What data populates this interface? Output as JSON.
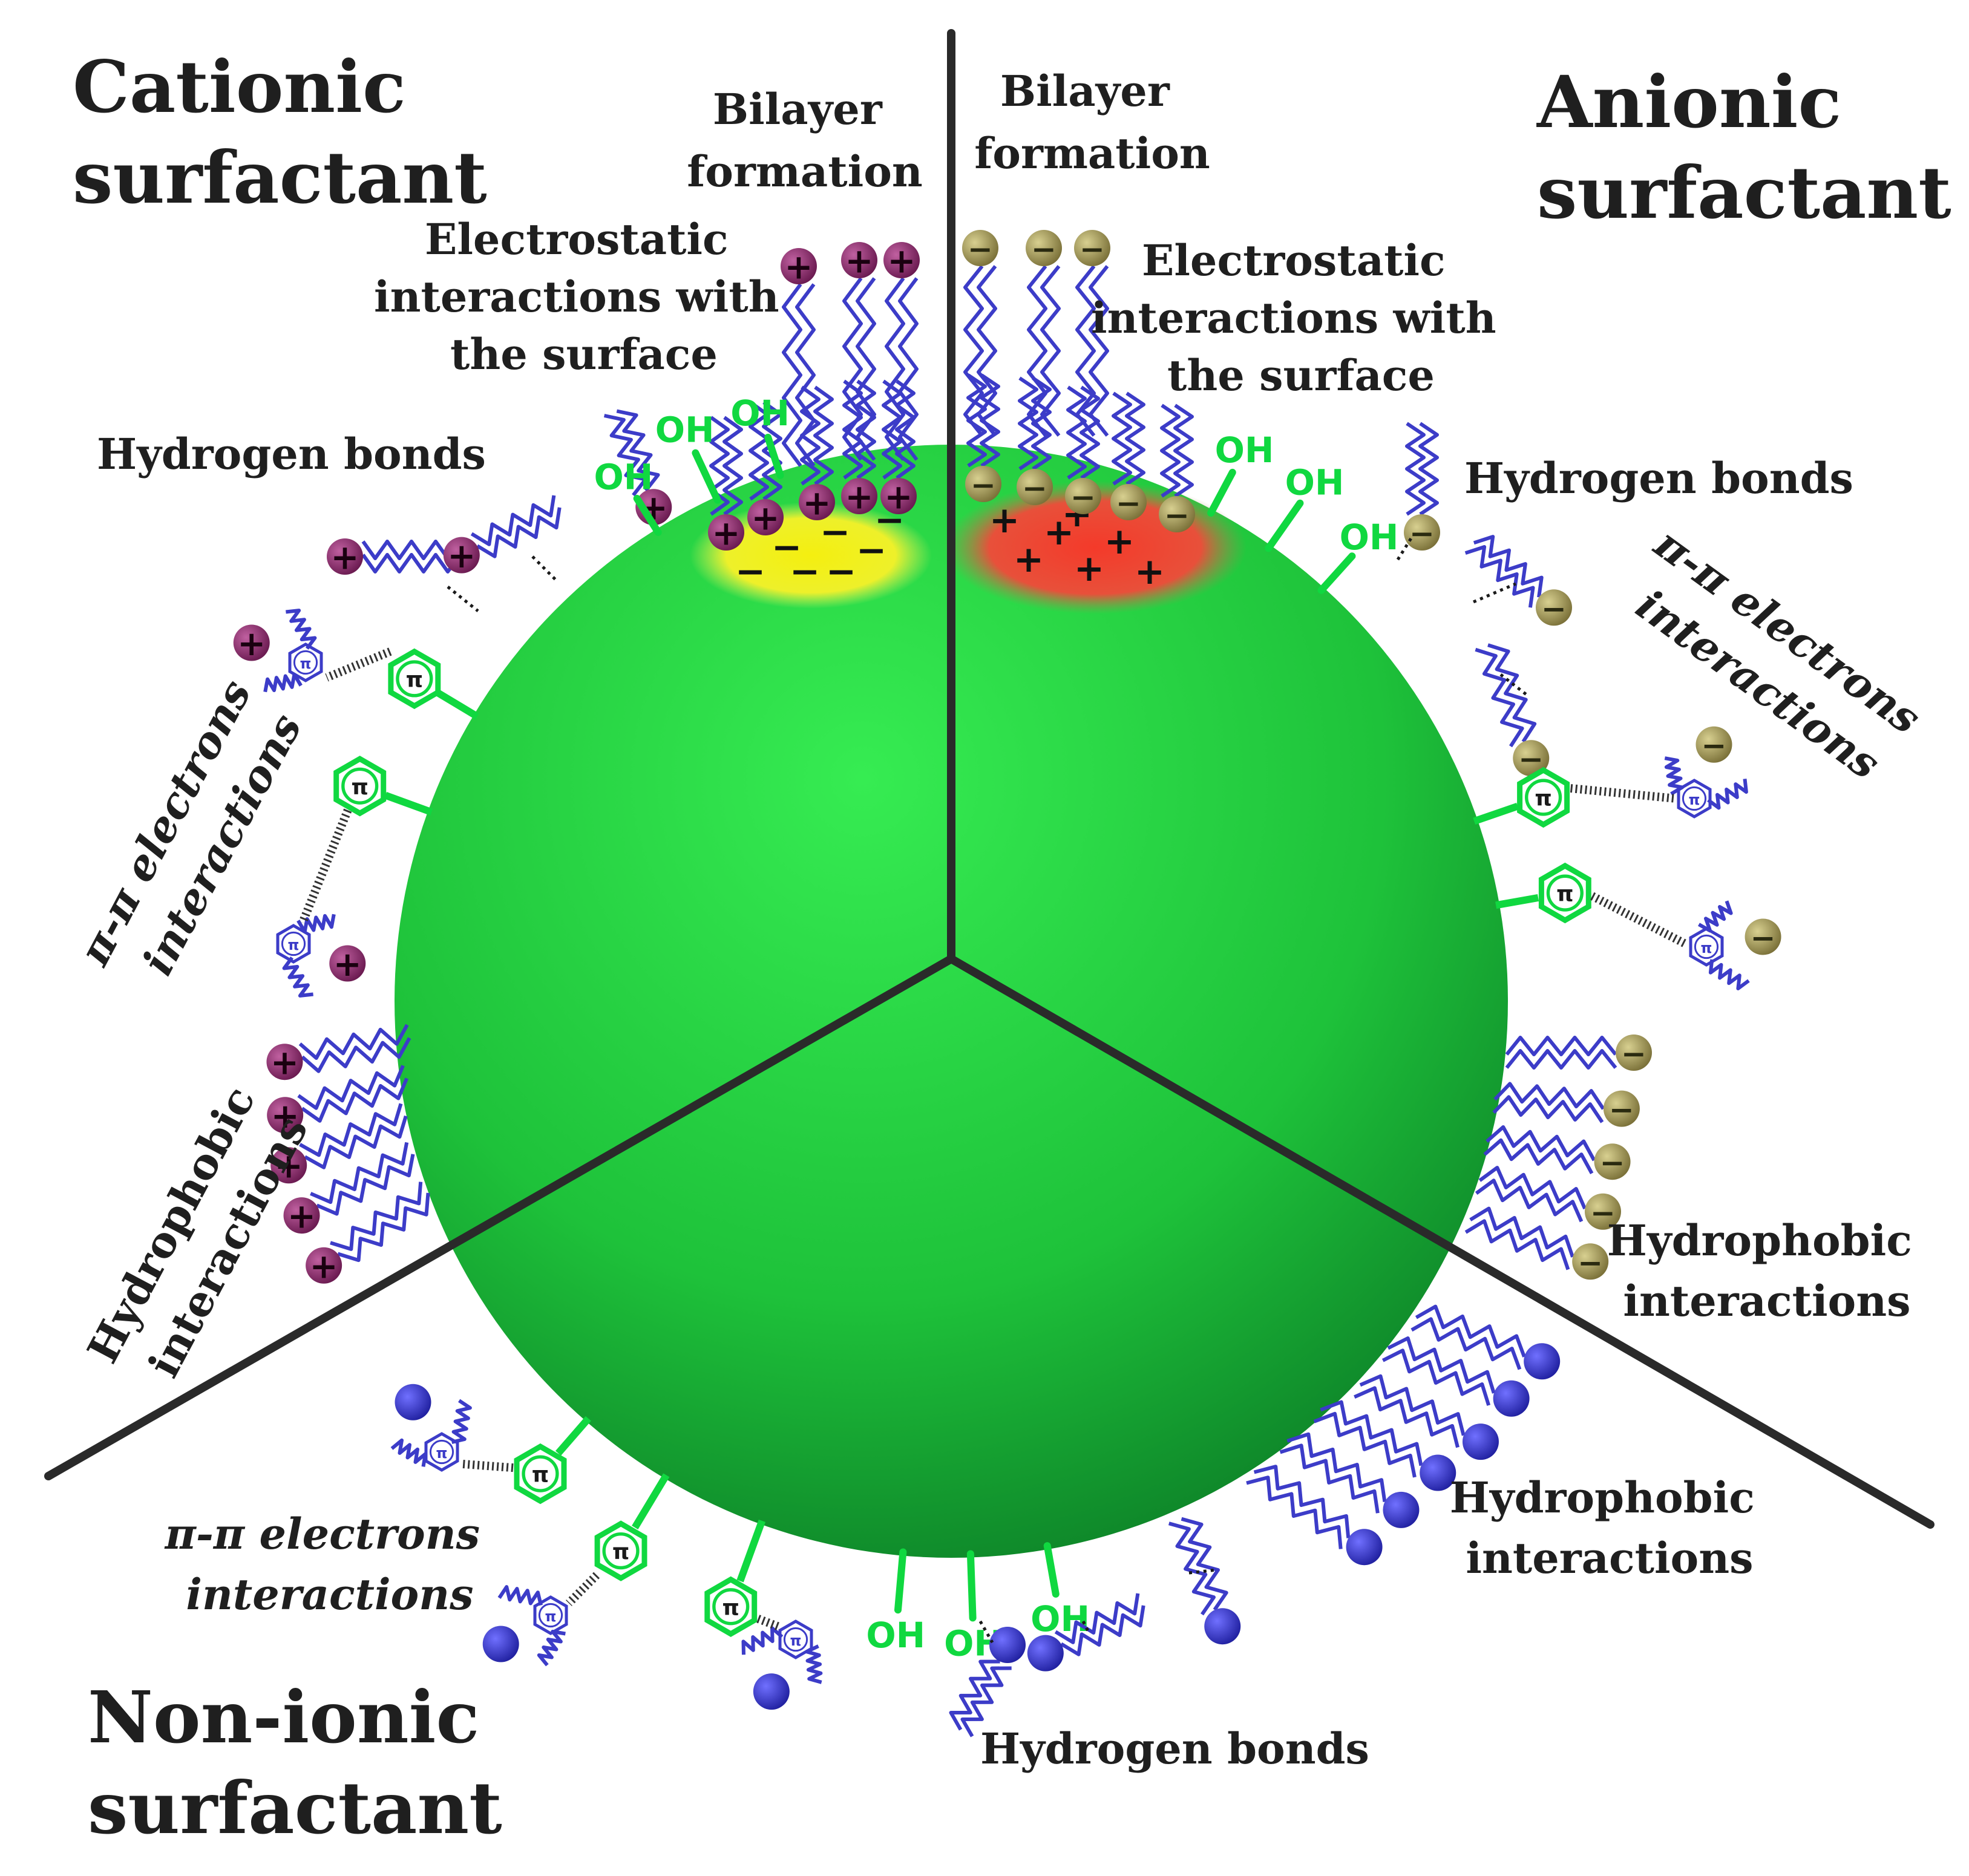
{
  "titles": {
    "cationic": [
      "Cationic",
      "surfactant"
    ],
    "anionic": [
      "Anionic",
      "surfactant"
    ],
    "nonionic": [
      "Non-ionic",
      "surfactant"
    ]
  },
  "labels": {
    "bilayer_cat": [
      "Bilayer",
      "formation"
    ],
    "bilayer_an": [
      "Bilayer",
      "formation"
    ],
    "electrostatic_cat": [
      "Electrostatic",
      "interactions with",
      "the surface"
    ],
    "electrostatic_an": [
      "Electrostatic",
      "interactions with",
      "the surface"
    ],
    "hbond_cat": "Hydrogen bonds",
    "hbond_an": "Hydrogen bonds",
    "hbond_non": "Hydrogen bonds",
    "pipi_cat": [
      "π-π electrons",
      "interactions"
    ],
    "pipi_an": [
      "π-π electrons",
      "interactions"
    ],
    "pipi_non": [
      "π-π electrons",
      "interactions"
    ],
    "hydrophobic_cat": [
      "Hydrophobic",
      "interactions"
    ],
    "hydrophobic_an": [
      "Hydrophobic",
      "interactions"
    ],
    "hydrophobic_non": [
      "Hydrophobic",
      "interactions"
    ]
  },
  "glyphs": {
    "oh": "OH",
    "pi": "π",
    "plus": "+",
    "minus": "−"
  },
  "colors": {
    "sphere": "#1fcc3c",
    "sphere_dark": "#0a8a2a",
    "cationic_head": "#8a2a6a",
    "anionic_head": "#a39a5a",
    "nonionic_head": "#3f3fd0",
    "chain": "#3c3cc8",
    "surface_group": "#10d840",
    "divider": "#2a2a2a",
    "negative_patch": "#f2ee1a",
    "positive_patch": "#ee3c2a"
  }
}
